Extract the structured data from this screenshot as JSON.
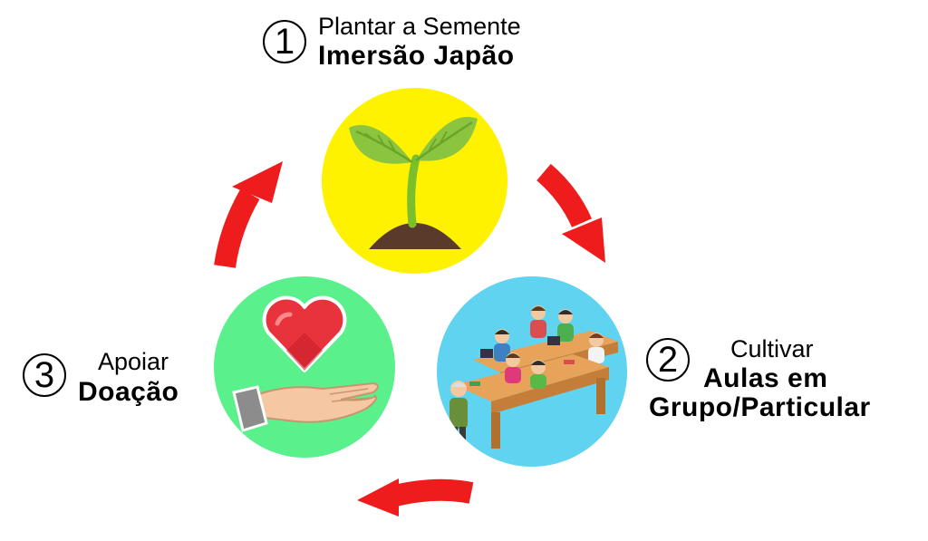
{
  "steps": [
    {
      "number": "1",
      "subtitle": "Plantar a Semente",
      "title": "Imersão Japão"
    },
    {
      "number": "2",
      "subtitle": "Cultivar",
      "title_line1": "Aulas em",
      "title_line2": "Grupo/Particular"
    },
    {
      "number": "3",
      "subtitle": "Apoiar",
      "title": "Doação"
    }
  ],
  "colors": {
    "arrow": "#ee1c1c",
    "seed_circle": "#fff200",
    "class_circle": "#5fd3f0",
    "donation_circle": "#5af08c"
  },
  "icons": {
    "step1": "sprout-icon",
    "step2": "classroom-icon",
    "step3": "heart-hand-icon"
  }
}
